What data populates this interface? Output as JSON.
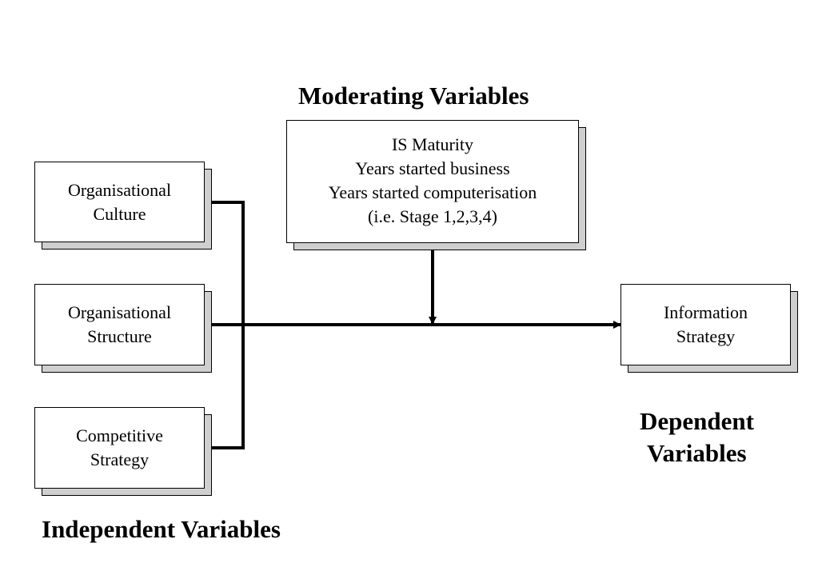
{
  "headings": {
    "moderating": "Moderating Variables",
    "dependent_line1": "Dependent",
    "dependent_line2": "Variables",
    "independent": "Independent Variables"
  },
  "boxes": {
    "culture": [
      "Organisational",
      "Culture"
    ],
    "structure": [
      "Organisational",
      "Structure"
    ],
    "competitive": [
      "Competitive",
      "Strategy"
    ],
    "moderating": [
      "IS Maturity",
      "Years started business",
      "Years started computerisation",
      "(i.e. Stage 1,2,3,4)"
    ],
    "info": [
      "Information",
      "Strategy"
    ]
  }
}
